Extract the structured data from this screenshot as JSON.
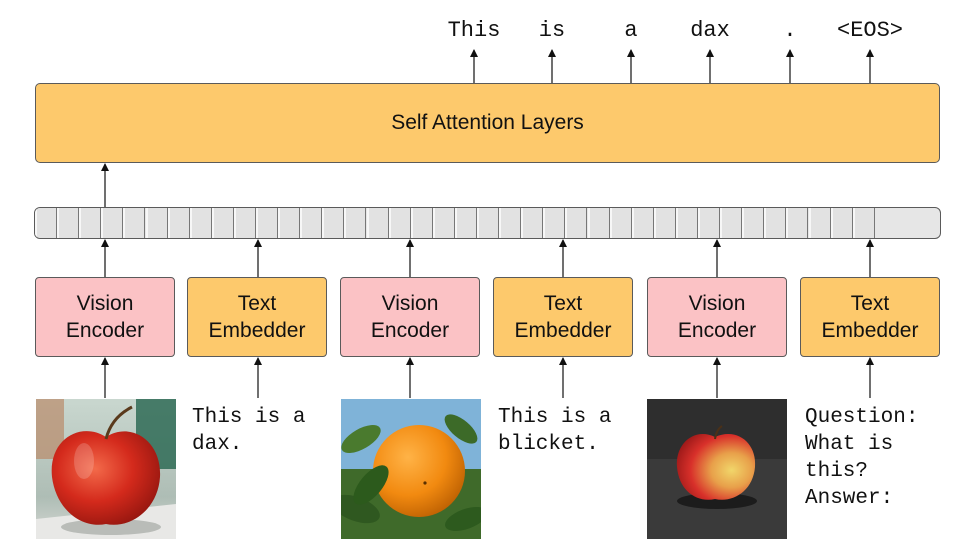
{
  "output_tokens": [
    "This",
    "is",
    "a",
    "dax",
    ".",
    "<EOS>"
  ],
  "self_attention": {
    "label": "Self Attention Layers"
  },
  "modules": [
    {
      "type": "vision",
      "line1": "Vision",
      "line2": "Encoder"
    },
    {
      "type": "text",
      "line1": "Text",
      "line2": "Embedder"
    },
    {
      "type": "vision",
      "line1": "Vision",
      "line2": "Encoder"
    },
    {
      "type": "text",
      "line1": "Text",
      "line2": "Embedder"
    },
    {
      "type": "vision",
      "line1": "Vision",
      "line2": "Encoder"
    },
    {
      "type": "text",
      "line1": "Text",
      "line2": "Embedder"
    }
  ],
  "captions": [
    "This is a\ndax.",
    "This is a\nblicket.",
    "Question:\nWhat is\nthis?\nAnswer:"
  ],
  "images": [
    {
      "subject": "red-apple"
    },
    {
      "subject": "orange-fruit"
    },
    {
      "subject": "red-yellow-apple"
    }
  ],
  "colors": {
    "vision_encoder": "#fbc2c5",
    "text_embedder": "#fdc96c",
    "self_attention": "#fdc96c"
  }
}
